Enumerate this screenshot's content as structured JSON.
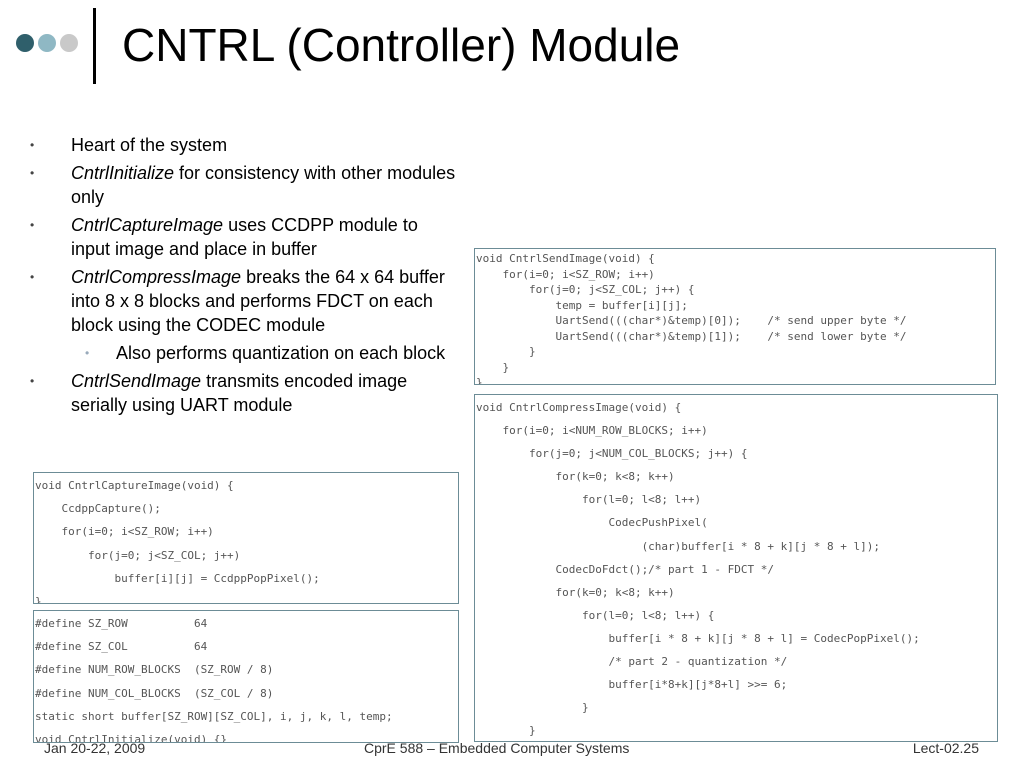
{
  "slide": {
    "title": "CNTRL (Controller) Module",
    "logo_icon": "three-dots-logo-icon",
    "accent_colors": {
      "dot_dark": "#2f5f6b",
      "dot_light": "#8fb8c4",
      "dot_gray": "#c9c9c9",
      "code_border": "#6c8c96"
    }
  },
  "bullets": [
    {
      "plain": "Heart of the system"
    },
    {
      "italic": "CntrlInitialize",
      "rest": " for consistency with other modules only"
    },
    {
      "italic": "CntrlCaptureImage",
      "rest": " uses CCDPP module to input image and place in buffer"
    },
    {
      "italic": "CntrlCompressImage",
      "rest": " breaks the 64 x 64 buffer into 8 x 8 blocks and performs FDCT on each block using the CODEC module"
    },
    {
      "plain": "Also performs quantization on each block"
    },
    {
      "italic": "CntrlSendImage",
      "rest": " transmits encoded image serially using UART module"
    }
  ],
  "code": {
    "send_image": [
      "void CntrlSendImage(void) {",
      "    for(i=0; i<SZ_ROW; i++)",
      "        for(j=0; j<SZ_COL; j++) {",
      "            temp = buffer[i][j];",
      "            UartSend(((char*)&temp)[0]);    /* send upper byte */",
      "            UartSend(((char*)&temp)[1]);    /* send lower byte */",
      "        }",
      "    }",
      "}"
    ],
    "compress_image": [
      "void CntrlCompressImage(void) {",
      "    for(i=0; i<NUM_ROW_BLOCKS; i++)",
      "        for(j=0; j<NUM_COL_BLOCKS; j++) {",
      "            for(k=0; k<8; k++)",
      "                for(l=0; l<8; l++)",
      "                    CodecPushPixel(",
      "                         (char)buffer[i * 8 + k][j * 8 + l]);",
      "            CodecDoFdct();/* part 1 - FDCT */",
      "            for(k=0; k<8; k++)",
      "                for(l=0; l<8; l++) {",
      "                    buffer[i * 8 + k][j * 8 + l] = CodecPopPixel();",
      "                    /* part 2 - quantization */",
      "                    buffer[i*8+k][j*8+l] >>= 6;",
      "                }",
      "        }",
      "}"
    ],
    "capture_image": [
      "void CntrlCaptureImage(void) {",
      "    CcdppCapture();",
      "    for(i=0; i<SZ_ROW; i++)",
      "        for(j=0; j<SZ_COL; j++)",
      "            buffer[i][j] = CcdppPopPixel();",
      "}"
    ],
    "defines": [
      "#define SZ_ROW          64",
      "#define SZ_COL          64",
      "#define NUM_ROW_BLOCKS  (SZ_ROW / 8)",
      "#define NUM_COL_BLOCKS  (SZ_COL / 8)",
      "static short buffer[SZ_ROW][SZ_COL], i, j, k, l, temp;",
      "void CntrlInitialize(void) {}"
    ]
  },
  "footer": {
    "date": "Jan 20-22, 2009",
    "course": "CprE 588 – Embedded Computer Systems",
    "lecture": "Lect-02.25"
  }
}
